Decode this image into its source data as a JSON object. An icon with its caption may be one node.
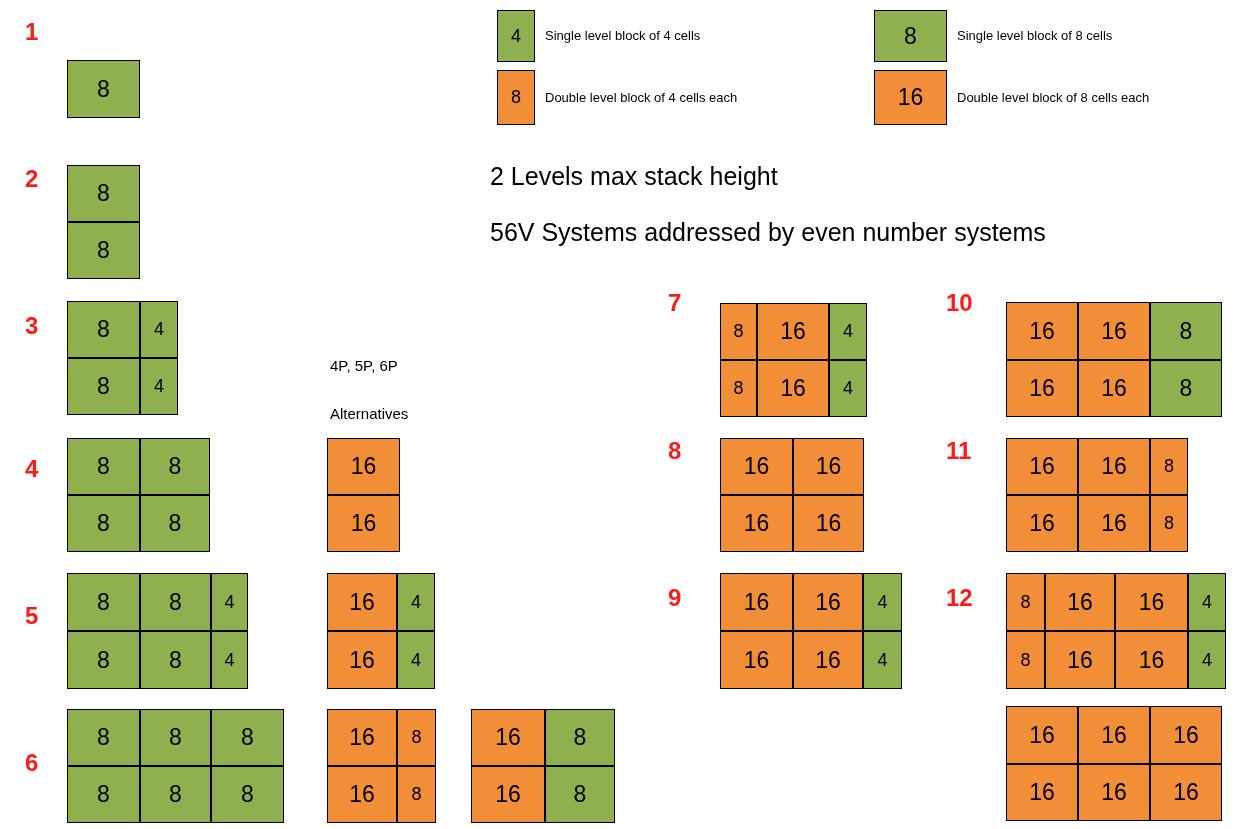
{
  "diagram": {
    "nodes": [
      {
        "text": [
          "4"
        ],
        "beside": [
          "Single level block of 4 cells"
        ]
      },
      {
        "text": [
          "8"
        ],
        "beside": [
          "Single level block of 8 cells"
        ]
      },
      {
        "text": [
          "8"
        ],
        "beside": [
          "Double level block of 4 cells each"
        ]
      },
      {
        "text": [
          "16"
        ],
        "beside": [
          "Double level block of 8 cells each"
        ]
      },
      {
        "text": [
          "8"
        ]
      },
      {
        "text": [
          "8"
        ]
      },
      {
        "text": [
          "8"
        ]
      },
      {
        "text": [
          "8"
        ]
      },
      {
        "text": [
          "4"
        ]
      },
      {
        "text": [
          "8"
        ]
      },
      {
        "text": [
          "4"
        ]
      },
      {
        "text": [
          "8"
        ]
      },
      {
        "text": [
          "8"
        ]
      },
      {
        "text": [
          "8"
        ]
      },
      {
        "text": [
          "8"
        ]
      },
      {
        "text": [
          "16"
        ]
      },
      {
        "text": [
          "16"
        ]
      },
      {
        "text": [
          "8"
        ]
      },
      {
        "text": [
          "8"
        ]
      },
      {
        "text": [
          "4"
        ]
      },
      {
        "text": [
          "8"
        ]
      },
      {
        "text": [
          "8"
        ]
      },
      {
        "text": [
          "4"
        ]
      },
      {
        "text": [
          "16"
        ]
      },
      {
        "text": [
          "4"
        ]
      },
      {
        "text": [
          "16"
        ]
      },
      {
        "text": [
          "4"
        ]
      },
      {
        "text": [
          "8"
        ]
      },
      {
        "text": [
          "8"
        ]
      },
      {
        "text": [
          "8"
        ]
      },
      {
        "text": [
          "8"
        ]
      },
      {
        "text": [
          "8"
        ]
      },
      {
        "text": [
          "8"
        ]
      },
      {
        "text": [
          "16"
        ]
      },
      {
        "text": [
          "8"
        ]
      },
      {
        "text": [
          "16"
        ]
      },
      {
        "text": [
          "8"
        ]
      },
      {
        "text": [
          "16"
        ]
      },
      {
        "text": [
          "8"
        ]
      },
      {
        "text": [
          "16"
        ]
      },
      {
        "text": [
          "8"
        ]
      },
      {
        "text": [
          "8"
        ]
      },
      {
        "text": [
          "16"
        ]
      },
      {
        "text": [
          "4"
        ]
      },
      {
        "text": [
          "8"
        ]
      },
      {
        "text": [
          "16"
        ]
      },
      {
        "text": [
          "4"
        ]
      },
      {
        "text": [
          "16"
        ]
      },
      {
        "text": [
          "16"
        ]
      },
      {
        "text": [
          "16"
        ]
      },
      {
        "text": [
          "16"
        ]
      },
      {
        "text": [
          "16"
        ]
      },
      {
        "text": [
          "16"
        ]
      },
      {
        "text": [
          "4"
        ]
      },
      {
        "text": [
          "16"
        ]
      },
      {
        "text": [
          "16"
        ]
      },
      {
        "text": [
          "4"
        ]
      },
      {
        "text": [
          "16"
        ]
      },
      {
        "text": [
          "16"
        ]
      },
      {
        "text": [
          "8"
        ]
      },
      {
        "text": [
          "16"
        ]
      },
      {
        "text": [
          "16"
        ]
      },
      {
        "text": [
          "8"
        ]
      },
      {
        "text": [
          "16"
        ]
      },
      {
        "text": [
          "16"
        ]
      },
      {
        "text": [
          "8"
        ]
      },
      {
        "text": [
          "16"
        ]
      },
      {
        "text": [
          "16"
        ]
      },
      {
        "text": [
          "8"
        ]
      },
      {
        "text": [
          "8"
        ]
      },
      {
        "text": [
          "16"
        ]
      },
      {
        "text": [
          "16"
        ]
      },
      {
        "text": [
          "4"
        ]
      },
      {
        "text": [
          "8"
        ]
      },
      {
        "text": [
          "16"
        ]
      },
      {
        "text": [
          "16"
        ]
      },
      {
        "text": [
          "4"
        ]
      },
      {
        "text": [
          "16"
        ]
      },
      {
        "text": [
          "16"
        ]
      },
      {
        "text": [
          "16"
        ]
      },
      {
        "text": [
          "16"
        ]
      },
      {
        "text": [
          "16"
        ]
      },
      {
        "text": [
          "16"
        ]
      }
    ],
    "edges": [],
    "labels": [
      "1",
      "2",
      "2 Levels max stack height",
      "56V Systems addressed by even number systems",
      "3",
      "7",
      "10",
      "4P, 5P, 6P",
      "Alternatives",
      "4",
      "8",
      "11",
      "5",
      "9",
      "12",
      "6"
    ]
  }
}
